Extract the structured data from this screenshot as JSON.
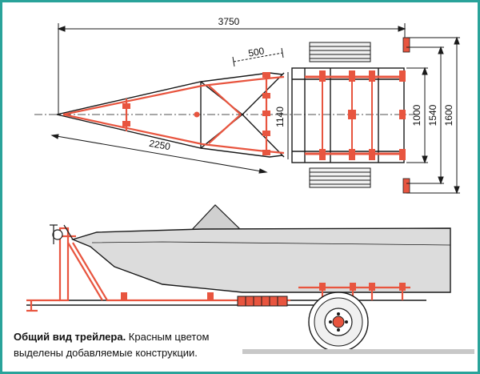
{
  "colors": {
    "frame_border": "#2aa39a",
    "added_structure": "#e8553f",
    "line": "#1a1a1a",
    "boat_hull": "#dcdcdc"
  },
  "dimensions": {
    "overall_length": "3750",
    "coupler_section": "500",
    "drawbar": "2250",
    "frame_width": "1140",
    "inner_width": "1000",
    "wheel_track": "1540",
    "overall_width": "1600"
  },
  "caption": {
    "bold": "Общий вид трейлера.",
    "rest": " Красным цветом выделены добавляемые конструкции."
  }
}
